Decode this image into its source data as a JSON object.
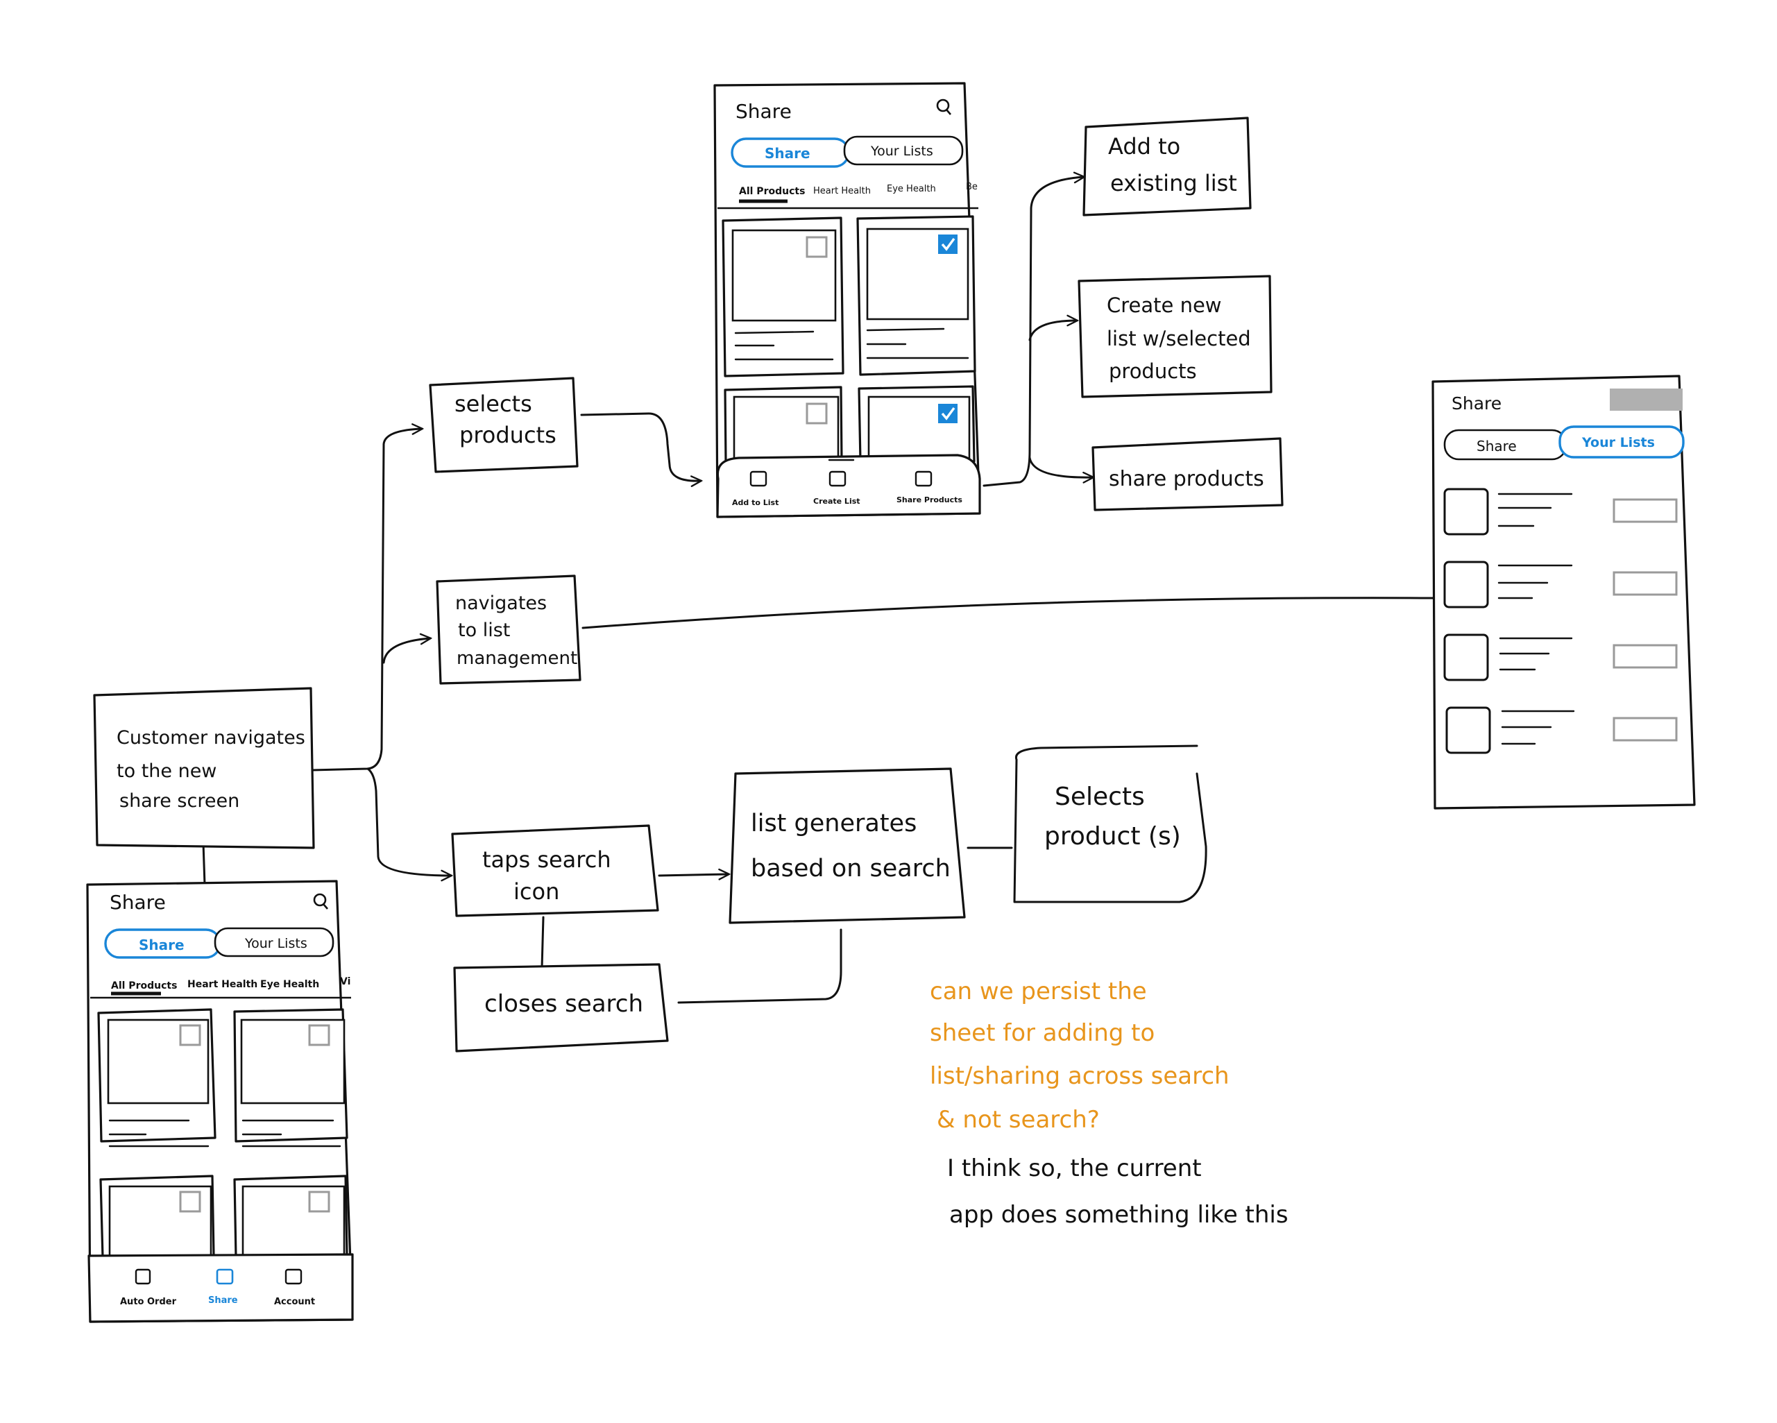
{
  "nodes": {
    "start": [
      "Customer navigates",
      "to  the  new",
      "share  screen"
    ],
    "selects_products": [
      "selects",
      "products"
    ],
    "navigates_list": [
      "navigates",
      "to  list",
      "management"
    ],
    "taps_search": [
      "taps  search",
      "icon"
    ],
    "closes_search": "closes  search",
    "list_generates": [
      "list  generates",
      "based on  search"
    ],
    "selects_product_s": [
      "Selects",
      "product (s)"
    ],
    "add_existing": [
      "Add to",
      "existing  list"
    ],
    "create_new": [
      "Create  new",
      "list  w/selected",
      "products"
    ],
    "share_products": "share  products"
  },
  "mockups": {
    "title": "Share",
    "toggle_share": "Share",
    "toggle_your_lists": "Your  Lists",
    "categories": [
      "All Products",
      "Heart Health",
      "Eye  Health",
      "Be"
    ],
    "categories_small": [
      "All Products",
      "Heart Health",
      "Eye  Health",
      "Vi"
    ],
    "action_sheet": [
      "Add to List",
      "Create List",
      "Share Products"
    ],
    "bottom_nav": [
      "Auto Order",
      "Share",
      "Account"
    ]
  },
  "notes": {
    "question": [
      "can  we  persist  the",
      "sheet  for  adding  to",
      "list/sharing  across  search",
      "& not  search?"
    ],
    "reply": [
      "I  think  so, the  current",
      "app  does  something  like  this"
    ]
  },
  "colors": {
    "accent": "#1a86d8",
    "comment": "#e8951c",
    "ink": "#111111",
    "placeholder": "#9a9a9a"
  },
  "icons": [
    "search-icon",
    "checkbox-icon",
    "checkmark-icon",
    "list-icon",
    "share-icon",
    "account-icon"
  ]
}
